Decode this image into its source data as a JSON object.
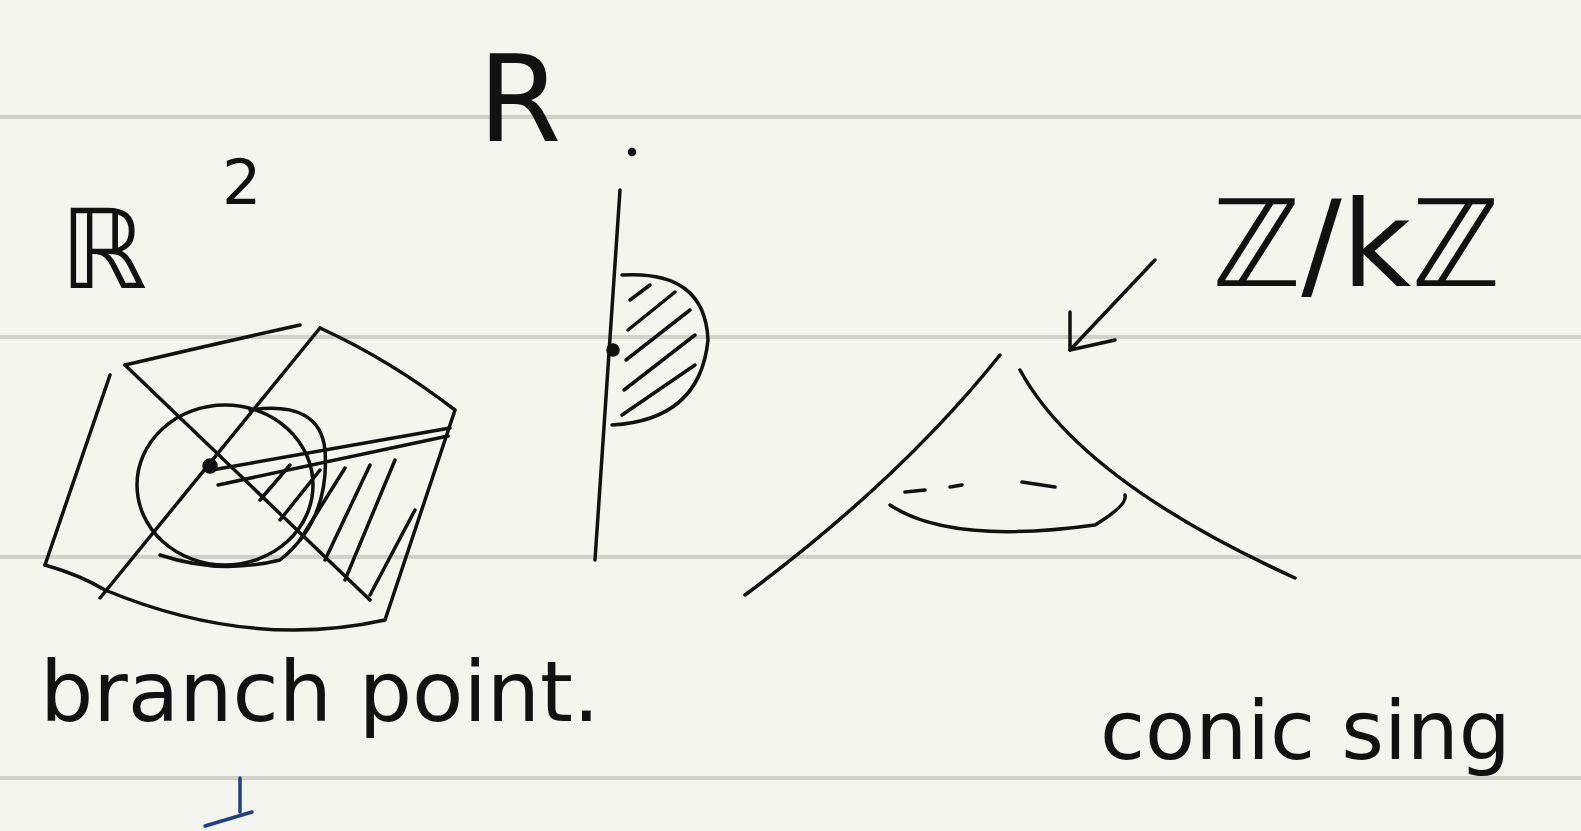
{
  "diagram": {
    "labels": [
      "ℝ",
      "2",
      "R",
      "ℤ/kℤ",
      "branch point.",
      "conic sing"
    ]
  }
}
